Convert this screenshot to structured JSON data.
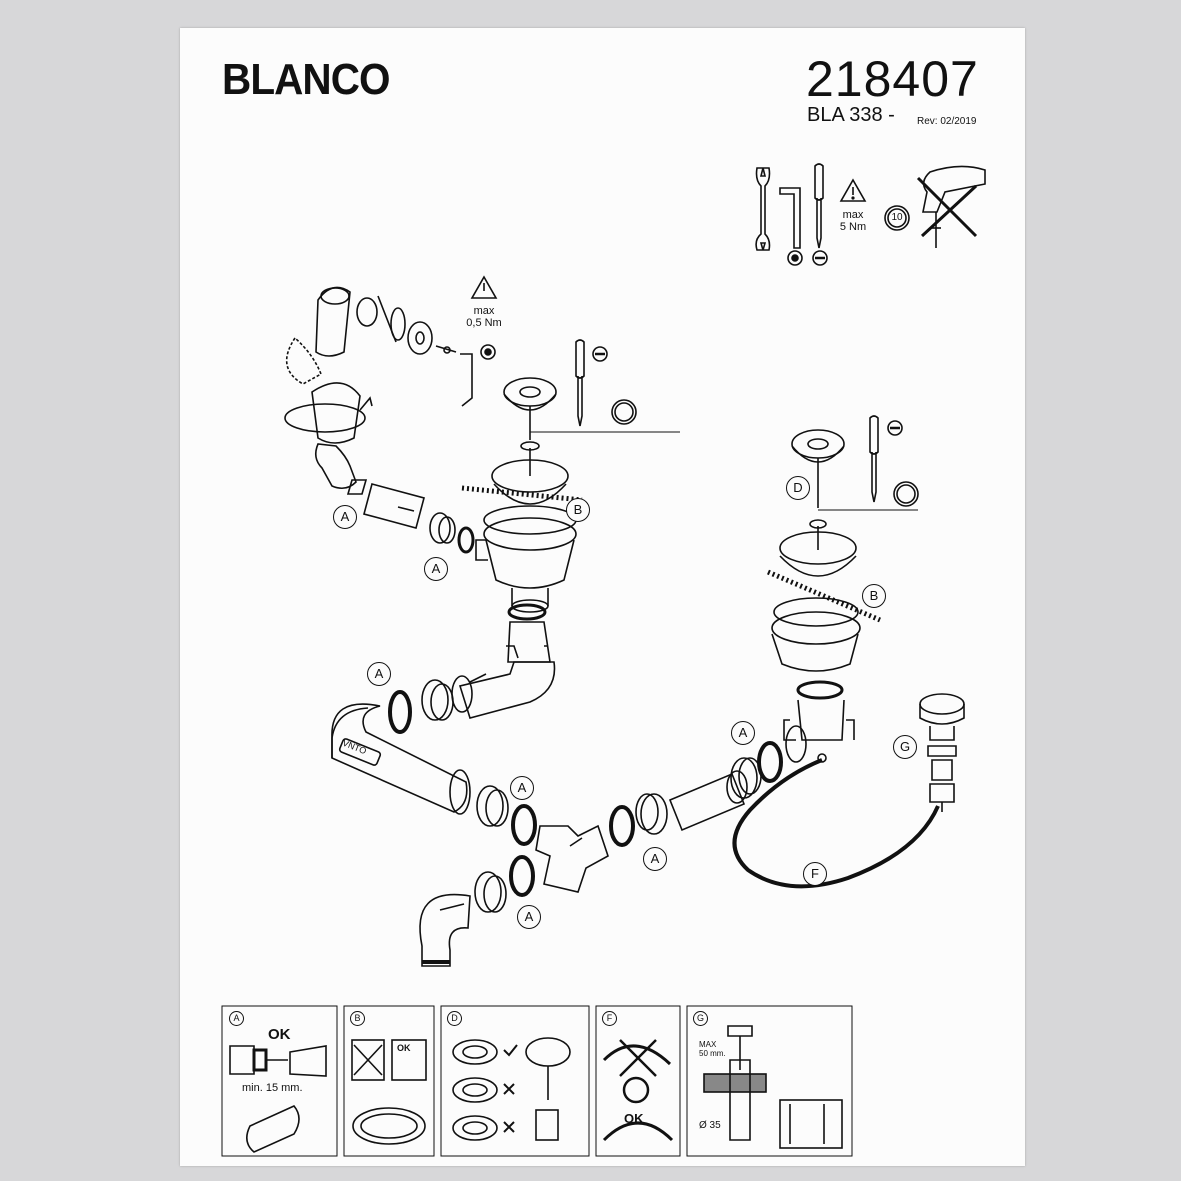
{
  "header": {
    "brand": "BLANCO",
    "part_number": "218407",
    "model_code": "BLA 338 -",
    "revision": "Rev: 02/2019"
  },
  "tools": {
    "torque_label": "max\n5 Nm",
    "coin_value": "10"
  },
  "overflow": {
    "torque_label": "max\n0,5 Nm"
  },
  "callouts": {
    "a": "A",
    "b": "B",
    "d": "D",
    "f": "F",
    "g": "G"
  },
  "pipe_text": "VNTO",
  "details": {
    "a": {
      "letter": "A",
      "ok": "OK",
      "min": "min. 15 mm."
    },
    "b": {
      "letter": "B",
      "ok": "OK"
    },
    "d": {
      "letter": "D"
    },
    "f": {
      "letter": "F",
      "ok": "OK"
    },
    "g": {
      "letter": "G",
      "max": "MAX\n50 mm.",
      "diameter": "Ø 35"
    }
  }
}
